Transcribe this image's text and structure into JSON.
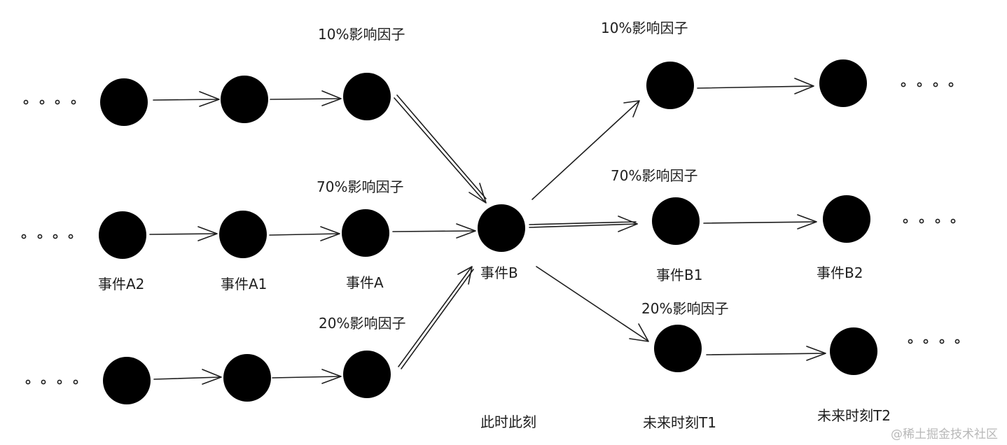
{
  "labels": {
    "event_a2": "事件A2",
    "event_a1": "事件A1",
    "event_a": "事件A",
    "event_b": "事件B",
    "event_b1": "事件B1",
    "event_b2": "事件B2"
  },
  "factors": {
    "top_left": "10%影响因子",
    "mid_left": "70%影响因子",
    "bottom_left": "20%影响因子",
    "top_right": "10%影响因子",
    "mid_right": "70%影响因子",
    "bottom_right": "20%影响因子"
  },
  "time_labels": {
    "now": "此时此刻",
    "t1": "未来时刻T1",
    "t2": "未来时刻T2"
  },
  "ellipsis": "· · · ·",
  "watermark": "@稀土掘金技术社区"
}
